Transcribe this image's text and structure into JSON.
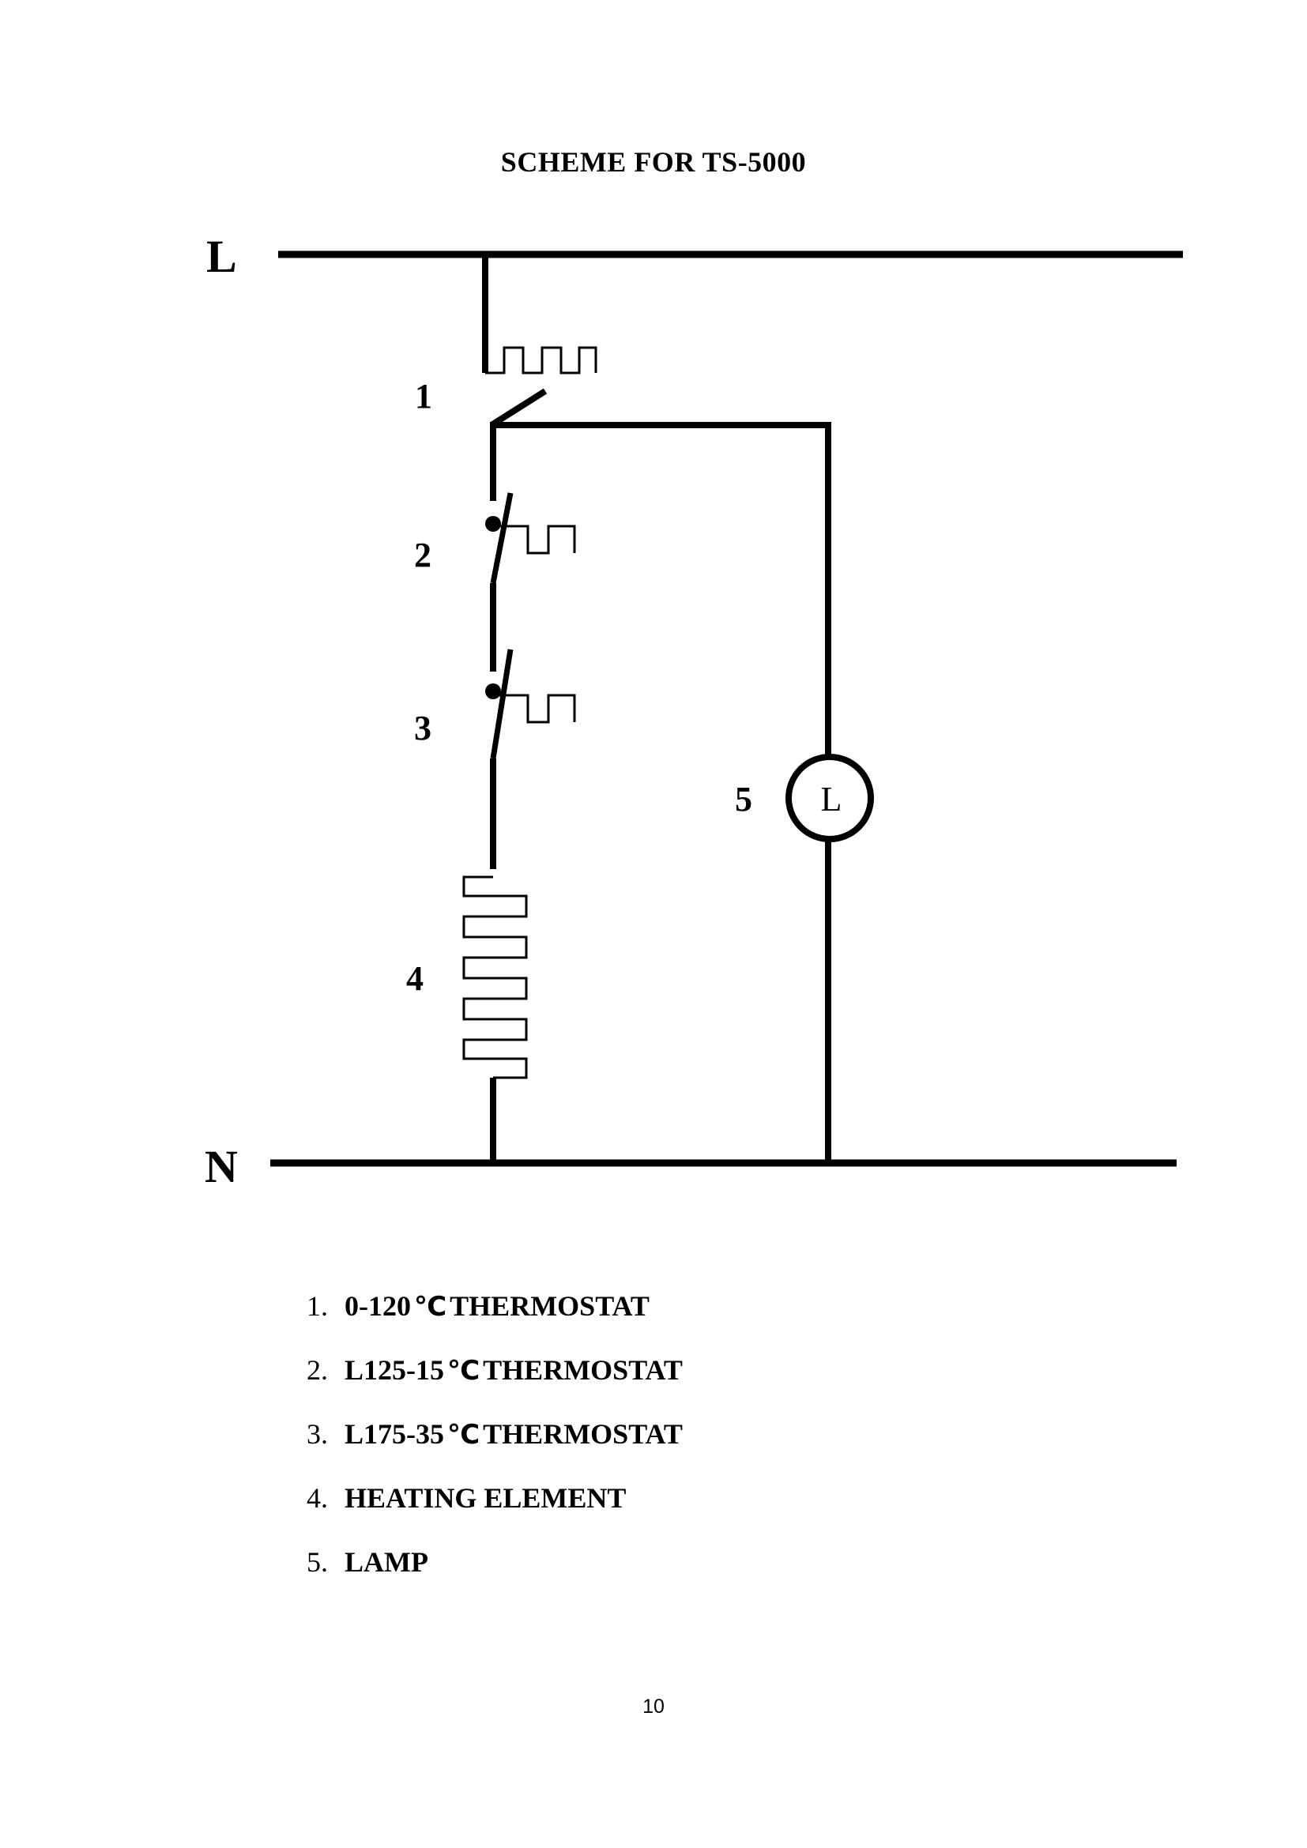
{
  "title": "SCHEME FOR TS-5000",
  "rails": {
    "top": "L",
    "bottom": "N"
  },
  "component_labels": [
    "1",
    "2",
    "3",
    "4",
    "5"
  ],
  "lamp_symbol": "L",
  "legend": [
    {
      "num": "1.",
      "prefix": "0-120",
      "unit": "℃",
      "suffix": "THERMOSTAT"
    },
    {
      "num": "2.",
      "prefix": "L125-15",
      "unit": "℃",
      "suffix": "THERMOSTAT"
    },
    {
      "num": "3.",
      "prefix": "L175-35",
      "unit": "℃",
      "suffix": "THERMOSTAT"
    },
    {
      "num": "4.",
      "prefix": "HEATING ELEMENT",
      "unit": "",
      "suffix": ""
    },
    {
      "num": "5.",
      "prefix": "LAMP",
      "unit": "",
      "suffix": ""
    }
  ],
  "page_number": "10"
}
